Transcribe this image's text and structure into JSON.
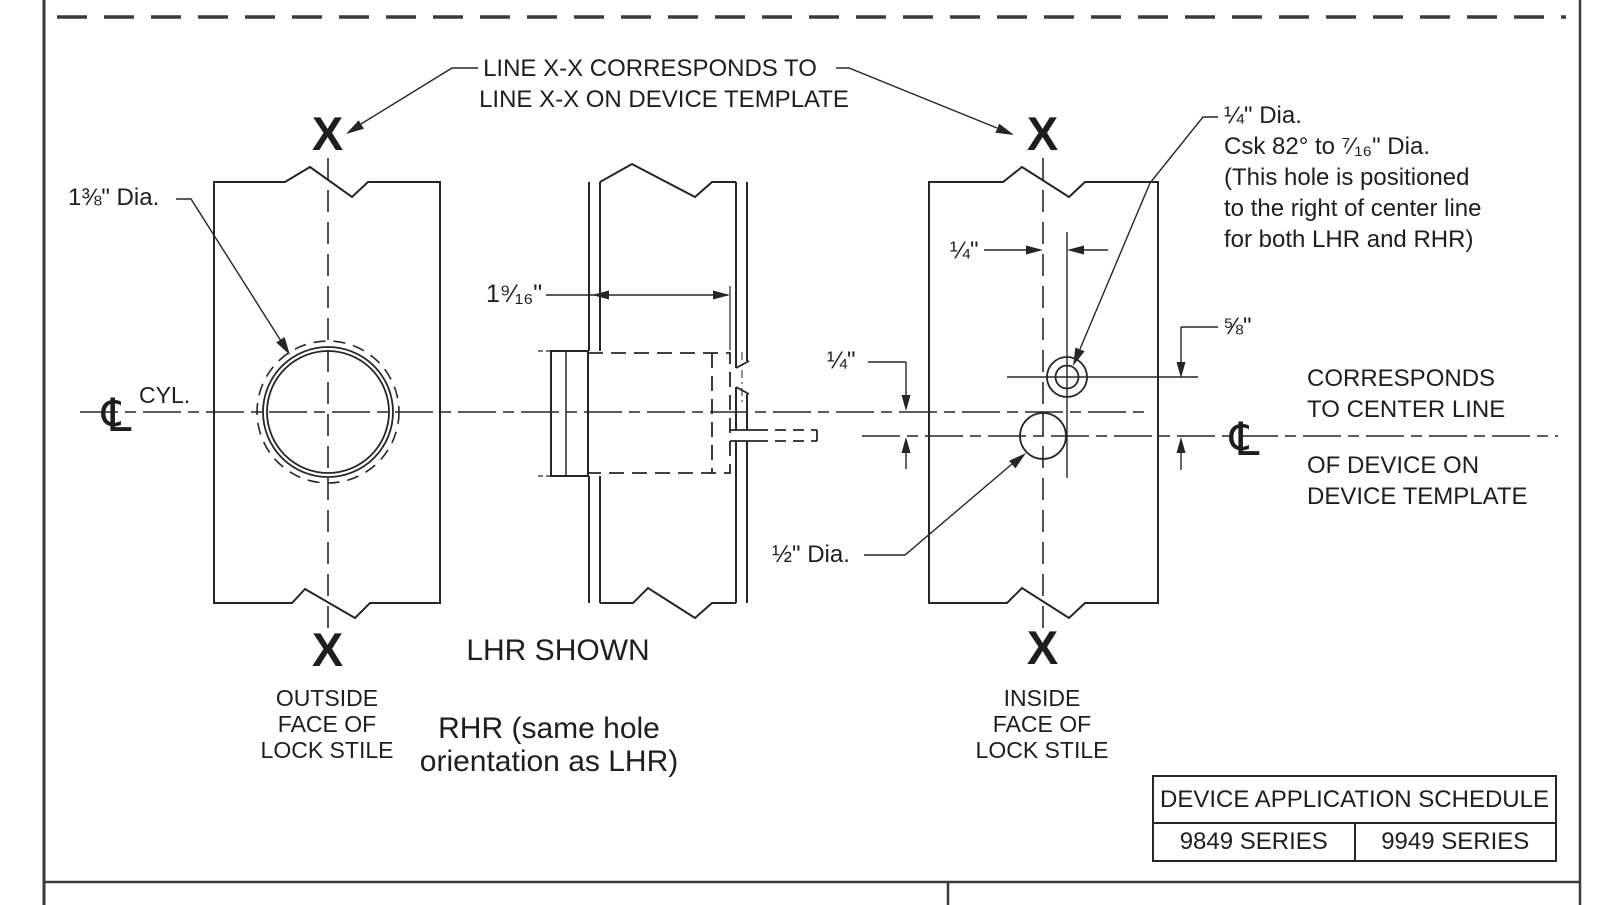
{
  "note_xx": {
    "line1": "LINE X-X CORRESPONDS TO",
    "line2": "LINE X-X ON DEVICE TEMPLATE"
  },
  "x_marker": "X",
  "outside_view": {
    "hole_label": "1⅜\" Dia.",
    "cyl_label": "CYL.",
    "cl_symbol": "℄",
    "caption": {
      "line1": "OUTSIDE",
      "line2": "FACE OF",
      "line3": "LOCK STILE"
    }
  },
  "section_view": {
    "width_dim": "1⁹⁄₁₆\"",
    "caption_top": "LHR SHOWN",
    "caption_bottom_line1": "RHR (same hole",
    "caption_bottom_line2": "orientation as LHR)"
  },
  "inside_view": {
    "csk_note": {
      "line1": "¼\" Dia.",
      "line2": "Csk 82° to ⁷⁄₁₆\" Dia.",
      "line3": "(This hole is positioned",
      "line4": "to the right of center line",
      "line5": "for both LHR and RHR)"
    },
    "dim_offset_top": "¼\"",
    "dim_offset_left": "¼\"",
    "dim_offset_right": "⅝\"",
    "hole_label": "½\" Dia.",
    "cl_symbol": "℄",
    "device_cl_note": {
      "line1": "CORRESPONDS",
      "line2": "TO CENTER LINE",
      "line3": "OF DEVICE ON",
      "line4": "DEVICE TEMPLATE"
    },
    "caption": {
      "line1": "INSIDE",
      "line2": "FACE OF",
      "line3": "LOCK STILE"
    }
  },
  "schedule": {
    "title": "DEVICE APPLICATION SCHEDULE",
    "col1": "9849 SERIES",
    "col2": "9949 SERIES"
  }
}
